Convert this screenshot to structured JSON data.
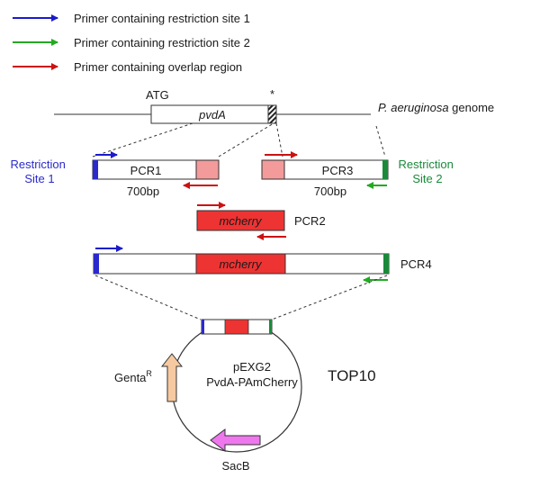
{
  "legend": {
    "items": [
      {
        "label": "Primer containing restriction site 1",
        "color": "#1a1acc"
      },
      {
        "label": "Primer containing restriction site 2",
        "color": "#22aa22"
      },
      {
        "label": "Primer containing overlap region",
        "color": "#cc1111"
      }
    ]
  },
  "genome": {
    "start_codon": "ATG",
    "gene": "pvdA",
    "stop_marker": "*",
    "organism": "P. aeruginosa",
    "genome_word": "genome"
  },
  "pcr1": {
    "name": "PCR1",
    "size": "700bp"
  },
  "pcr3": {
    "name": "PCR3",
    "size": "700bp"
  },
  "site1": {
    "line1": "Restriction",
    "line2": "Site 1",
    "color": "#2a2acc"
  },
  "site2": {
    "line1": "Restriction",
    "line2": "Site 2",
    "color": "#1a8a3a"
  },
  "pcr2": {
    "insert": "mcherry",
    "name": "PCR2"
  },
  "pcr4": {
    "insert": "mcherry",
    "name": "PCR4"
  },
  "plasmid": {
    "name_line1": "pEXG2",
    "name_line2": "PvdA-PAmCherry",
    "host": "TOP10",
    "resistance": "Genta",
    "resistance_sup": "R",
    "counter_selection": "SacB"
  },
  "colors": {
    "mcherry": "#ee3333",
    "overlap": "#f39a9a",
    "genta": "#f7c9a0",
    "sacb": "#ee77ee"
  }
}
